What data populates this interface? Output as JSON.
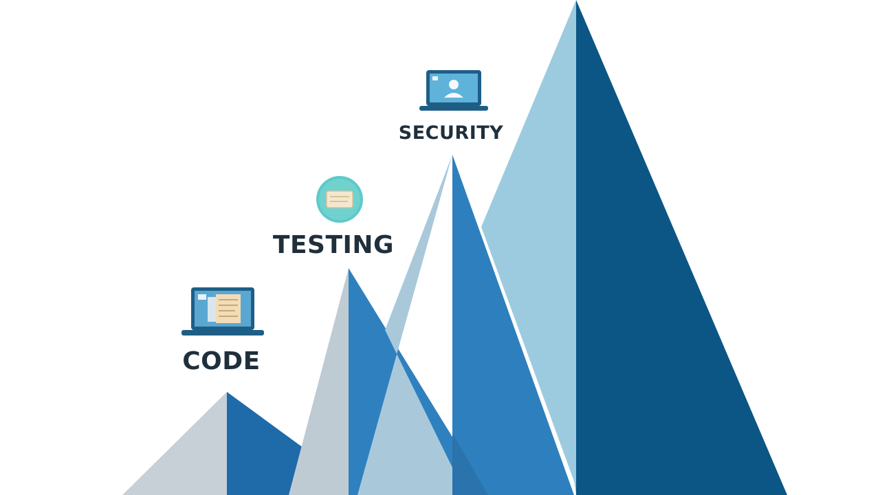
{
  "stages": [
    {
      "id": "code",
      "label": "CODE",
      "icon": "laptop-code-icon"
    },
    {
      "id": "testing",
      "label": "TESTING",
      "icon": "document-badge-icon"
    },
    {
      "id": "security",
      "label": "SECURITY",
      "icon": "laptop-user-icon"
    }
  ],
  "colors": {
    "background": "#ffffff",
    "peak_light": "#c4cfd6",
    "peak_pale_blue": "#9ccbdf",
    "peak_mid_blue": "#2e7fbd",
    "peak_dark_blue": "#0b5684",
    "label_text": "#1f2f3c",
    "icon_teal": "#5fc9c9",
    "icon_screen": "#5aa7d1"
  }
}
